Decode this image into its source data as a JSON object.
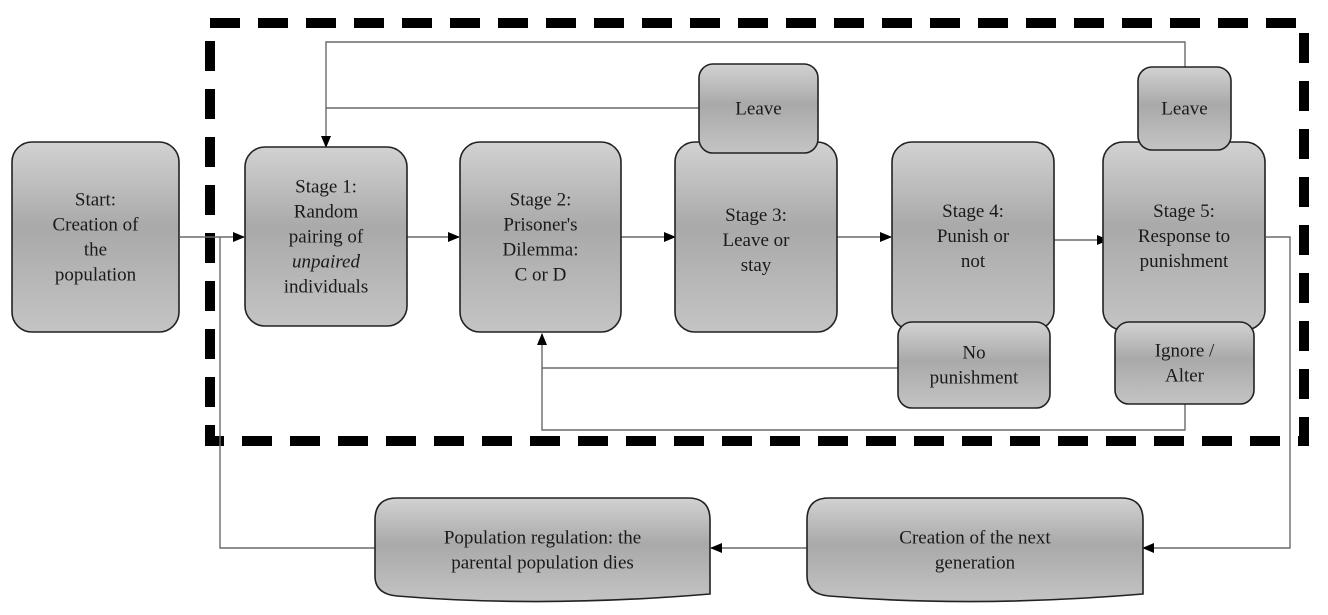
{
  "nodes": {
    "start": [
      "Start:",
      "Creation of",
      "the",
      "population"
    ],
    "stage1": [
      "Stage 1:",
      "Random",
      "pairing of",
      "unpaired",
      "individuals"
    ],
    "stage2": [
      "Stage 2:",
      "Prisoner's",
      "Dilemma:",
      "C or D"
    ],
    "stage3": [
      "Stage 3:",
      "Leave or",
      "stay"
    ],
    "stage4": [
      "Stage 4:",
      "Punish or",
      "not"
    ],
    "stage5": [
      "Stage 5:",
      "Response to",
      "punishment"
    ],
    "leave_a": [
      "Leave"
    ],
    "leave_b": [
      "Leave"
    ],
    "no_punishment": [
      "No",
      "punishment"
    ],
    "ignore_alter": [
      "Ignore /",
      "Alter"
    ],
    "next_generation": [
      "Creation of the next",
      "generation"
    ],
    "population_regulation": [
      "Population regulation: the",
      "parental population dies"
    ]
  },
  "italic_words": [
    "unpaired"
  ]
}
